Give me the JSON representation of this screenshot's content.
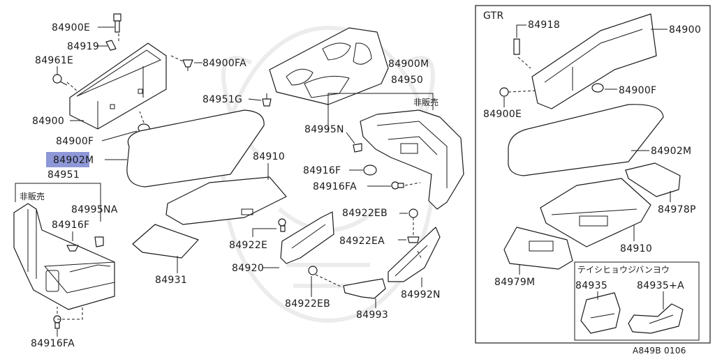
{
  "colors": {
    "line": "#1a1a1a",
    "highlight": "#8e98d8",
    "watermark": "#ececec"
  },
  "labels": {
    "p84900E": "84900E",
    "p84919": "84919",
    "p84961E": "84961E",
    "p84900FA_top": "84900FA",
    "p84900_left": "84900",
    "p84900F_left": "84900F",
    "p84902M_highlight": "84902M",
    "p84951": "84951",
    "p84995NA": "84995NA",
    "p84916F_left": "84916F",
    "p84916FA_left": "84916FA",
    "p84900M": "84900M",
    "p84951G": "84951G",
    "p84950": "84950",
    "p84995N": "84995N",
    "p84916F_mid": "84916F",
    "p84916FA_mid": "84916FA",
    "p84910_mid": "84910",
    "p84931": "84931",
    "p84922EB_top": "84922EB",
    "p84922E": "84922E",
    "p84922EA": "84922EA",
    "p84920": "84920",
    "p84922EB_bottom": "84922EB",
    "p84993": "84993",
    "p84992N": "84992N",
    "gtr_title": "GTR",
    "p84918": "84918",
    "p84900_gtr": "84900",
    "p84900F_gtr": "84900F",
    "p84900E_gtr": "84900E",
    "p84902M_gtr": "84902M",
    "p84978P": "84978P",
    "p84910_gtr": "84910",
    "p84979M": "84979M",
    "sub_title": "テイシヒョウジバンヨウ",
    "p84935": "84935",
    "p84935A": "84935+A",
    "not_for_sale_left": "非販売",
    "not_for_sale_mid": "非販売",
    "diagram_code": "A849B 0106"
  }
}
